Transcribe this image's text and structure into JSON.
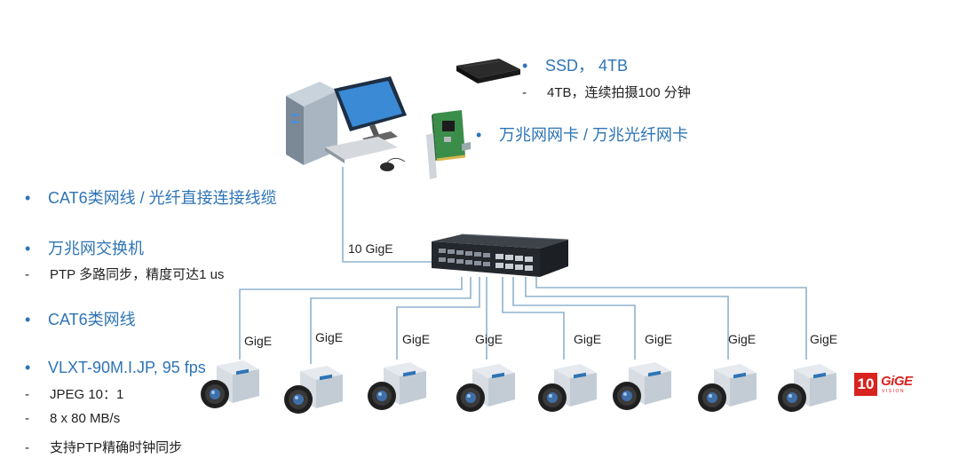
{
  "ssd": {
    "title": "SSD， 4TB",
    "detail": "4TB，连续拍摄100 分钟"
  },
  "nic": {
    "title": "万兆网网卡 / 万兆光纤网卡"
  },
  "cable_top": {
    "title": "CAT6类网线 / 光纤直接连接线缆"
  },
  "switch": {
    "title": "万兆网交换机",
    "detail": "PTP 多路同步，精度可达1 us",
    "uplink_label": "10 GigE"
  },
  "cable_bottom": {
    "title": "CAT6类网线"
  },
  "camera": {
    "title": "VLXT-90M.I.JP, 95 fps",
    "details": [
      "JPEG 10：1",
      "8 x 80 MB/s",
      "支持PTP精确时钟同步"
    ]
  },
  "link_labels": [
    "GigE",
    "GigE",
    "GigE",
    "GigE",
    "GigE",
    "GigE",
    "GigE",
    "GigE"
  ],
  "logo": {
    "number": "10",
    "text": "GiGE",
    "sub": "VISION"
  },
  "colors": {
    "accent": "#2e74b5",
    "link_line": "#8fb3cf",
    "logo_red": "#d8231f"
  },
  "bullet_glyph": "•",
  "dash_glyph": "-"
}
